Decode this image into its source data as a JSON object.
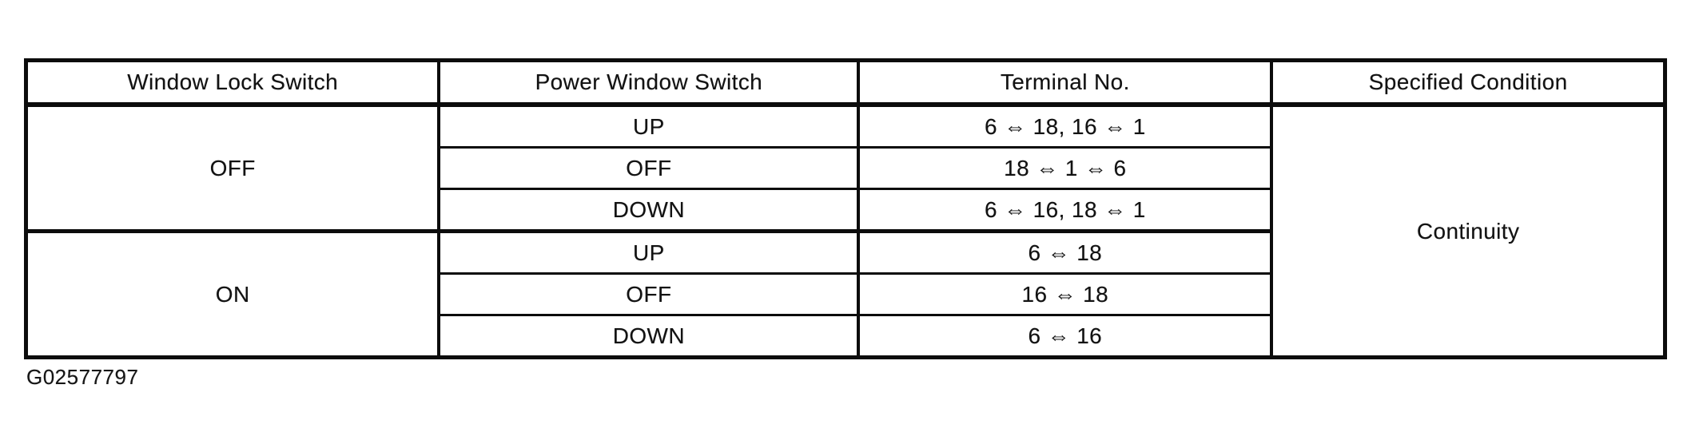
{
  "table": {
    "headers": [
      "Window Lock Switch",
      "Power Window Switch",
      "Terminal No.",
      "Specified Condition"
    ],
    "groups": [
      {
        "window_lock": "OFF",
        "rows": [
          {
            "power_window": "UP",
            "terminal": "6 ⇔ 18, 16 ⇔ 1"
          },
          {
            "power_window": "OFF",
            "terminal": "18 ⇔ 1 ⇔ 6"
          },
          {
            "power_window": "DOWN",
            "terminal": "6 ⇔ 16, 18 ⇔ 1"
          }
        ]
      },
      {
        "window_lock": "ON",
        "rows": [
          {
            "power_window": "UP",
            "terminal": "6 ⇔ 18"
          },
          {
            "power_window": "OFF",
            "terminal": "16 ⇔ 18"
          },
          {
            "power_window": "DOWN",
            "terminal": "6 ⇔ 16"
          }
        ]
      }
    ],
    "specified_condition": "Continuity"
  },
  "caption": "G02577797"
}
